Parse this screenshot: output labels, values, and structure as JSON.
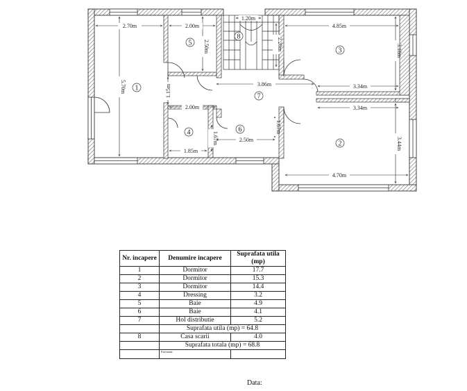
{
  "plan": {
    "dimensions": {
      "d_270": "2.70m",
      "d_200_top": "2.00m",
      "d_120": "1.20m",
      "d_485": "4.85m",
      "d_570": "5.70m",
      "d_250_v": "2.50m",
      "d_220": "2.20m",
      "d_318": "3.18m",
      "d_386": "3.86m",
      "d_334_a": "3.34m",
      "d_334_b": "3.34m",
      "d_115": "1.15m",
      "d_200_mid": "2.00m",
      "d_167_a": "1.67m",
      "d_167_b": "1.67m",
      "d_250_h": "2.50m",
      "d_185": "1.85m",
      "d_344": "3.44m",
      "d_470": "4.70m"
    },
    "rooms": {
      "r1": "1",
      "r2": "2",
      "r3": "3",
      "r4": "4",
      "r5": "5",
      "r6": "6",
      "r7": "7",
      "r8": "8"
    }
  },
  "table": {
    "headers": {
      "nr": "Nr. incapere",
      "name": "Denumire incapere",
      "area": "Suprafata utila (mp)"
    },
    "rows": [
      {
        "nr": "1",
        "name": "Dormitor",
        "area": "17.7"
      },
      {
        "nr": "2",
        "name": "Dormitor",
        "area": "15.3"
      },
      {
        "nr": "3",
        "name": "Dormitor",
        "area": "14.4"
      },
      {
        "nr": "4",
        "name": "Dressing",
        "area": "3.2"
      },
      {
        "nr": "5",
        "name": "Baie",
        "area": "4.9"
      },
      {
        "nr": "6",
        "name": "Baie",
        "area": "4.1"
      },
      {
        "nr": "7",
        "name": "Hol distributie",
        "area": "5.2"
      }
    ],
    "subtotal": "Suprafata utila (mp) = 64.8",
    "stair": {
      "nr": "8",
      "name": "Casa scarii",
      "area": "4.0"
    },
    "total": "Suprafata totala (mp) = 68.8",
    "footer_small": "Executant:"
  },
  "data_label": "Data:"
}
